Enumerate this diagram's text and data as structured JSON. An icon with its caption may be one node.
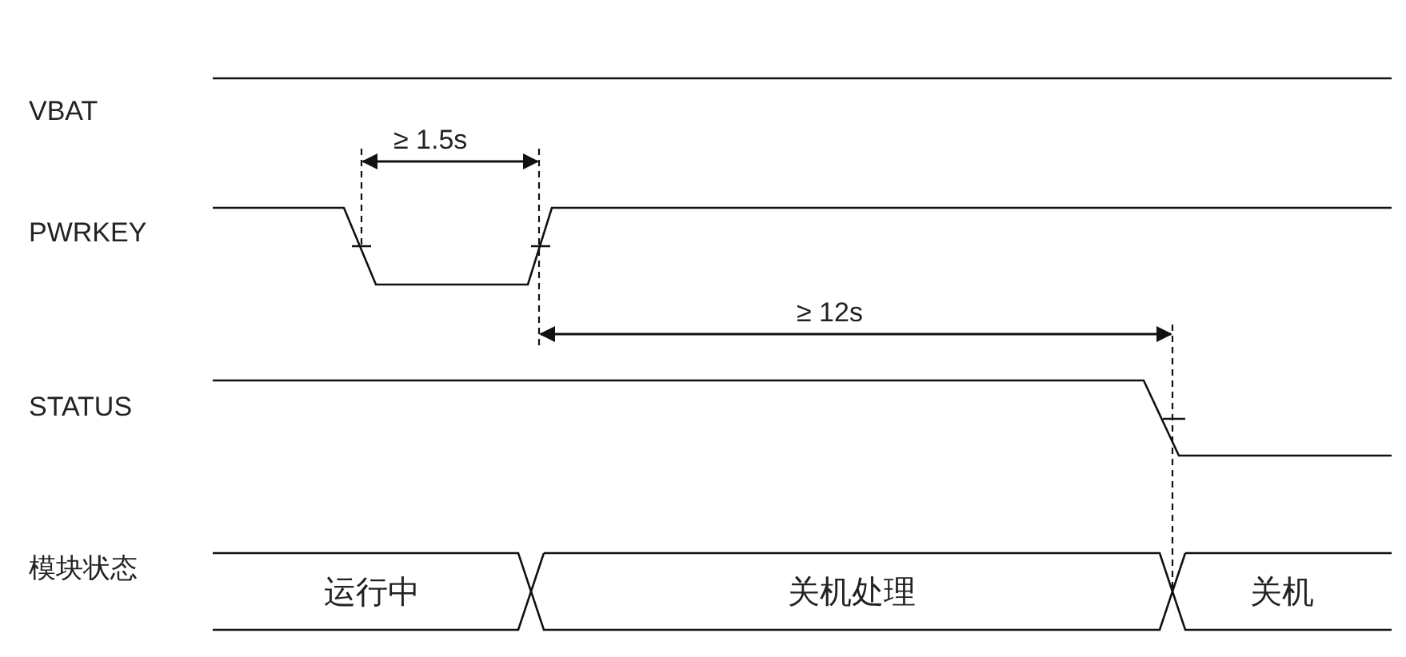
{
  "diagram": {
    "nodes": [
      {
        "text": [
          "运行中"
        ]
      },
      {
        "text": [
          "关机处理"
        ]
      },
      {
        "text": [
          "关机"
        ]
      }
    ],
    "labels": [
      "VBAT",
      "≥ 1.5s",
      "PWRKEY",
      "≥ 12s",
      "STATUS",
      "模块状态"
    ]
  }
}
